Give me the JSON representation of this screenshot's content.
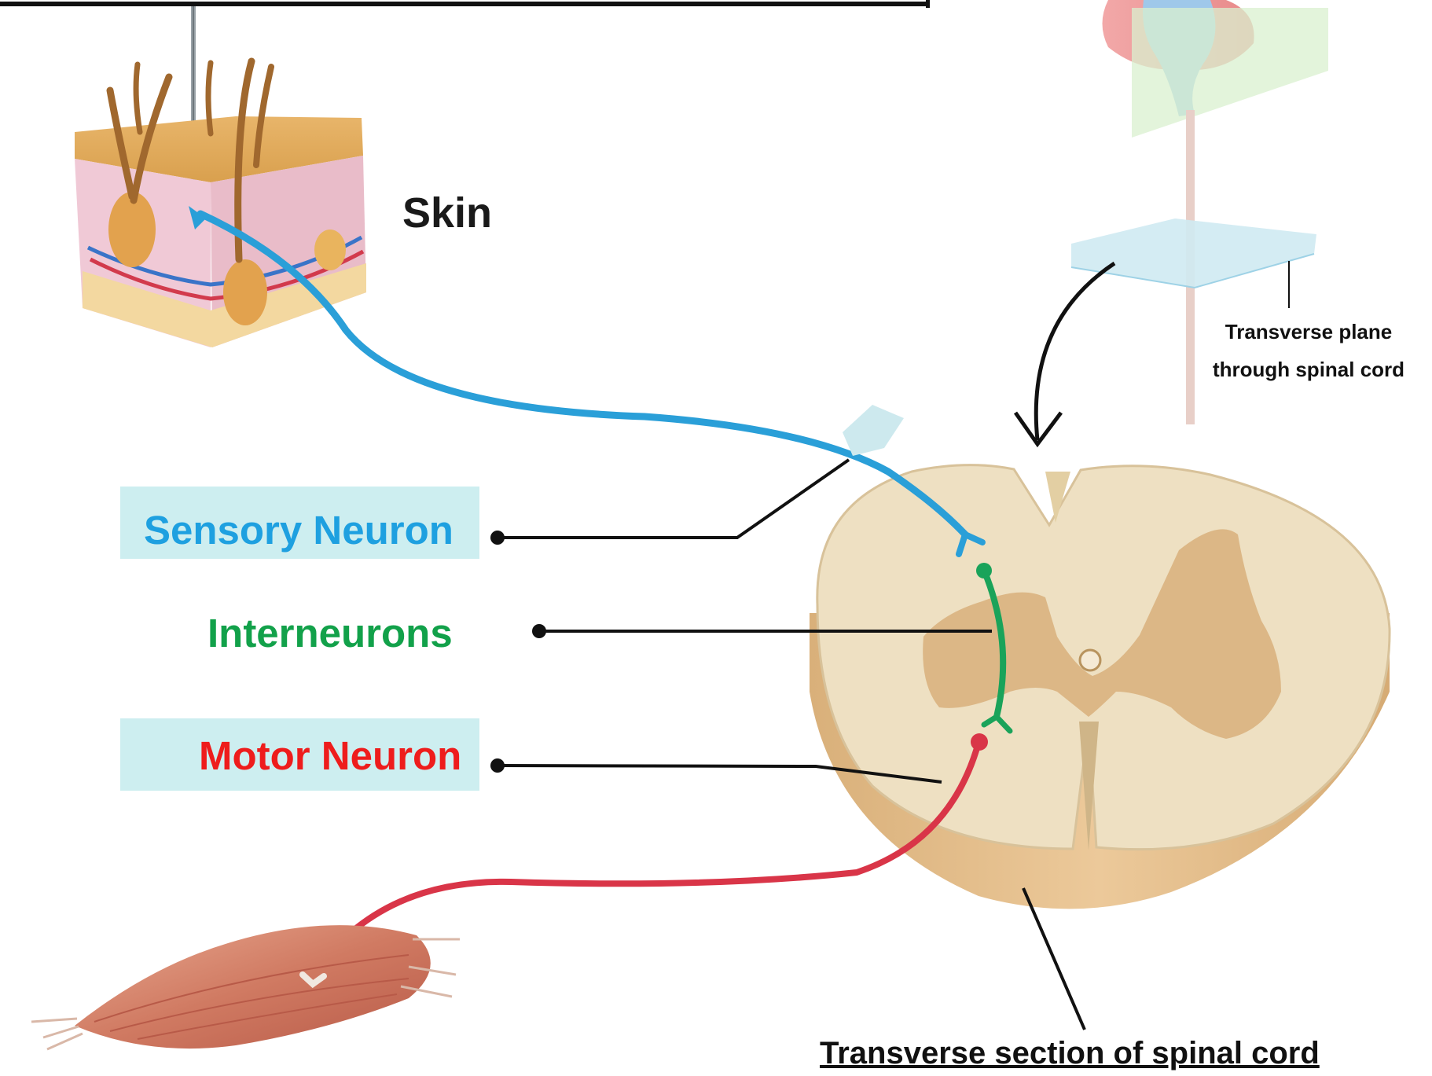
{
  "labels": {
    "skin": "Skin",
    "sensory_neuron": "Sensory Neuron",
    "interneurons": "Interneurons",
    "motor_neuron": "Motor Neuron",
    "transverse_plane": "Transverse plane through spinal cord",
    "transverse_section": "Transverse section of spinal cord"
  },
  "colors": {
    "sensory": "#2a9fd8",
    "interneuron": "#1aa35a",
    "motor": "#d93548",
    "label_box": "#cdeef0",
    "white_matter": "#eee0c2",
    "gray_matter": "#d9b27f",
    "cord_side": "#e2bf8b"
  }
}
